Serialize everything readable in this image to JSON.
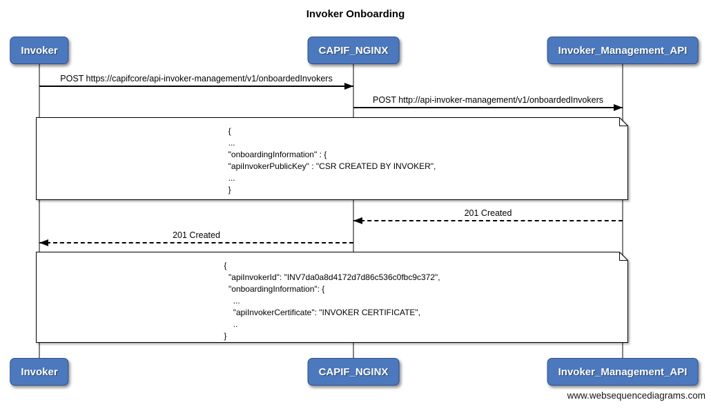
{
  "title": "Invoker Onboarding",
  "actors": [
    {
      "name": "Invoker"
    },
    {
      "name": "CAPIF_NGINX"
    },
    {
      "name": "Invoker_Management_API"
    }
  ],
  "messages": [
    {
      "from": "Invoker",
      "to": "CAPIF_NGINX",
      "style": "solid",
      "label": "POST https://capifcore/api-invoker-management/v1/onboardedInvokers"
    },
    {
      "from": "CAPIF_NGINX",
      "to": "Invoker_Management_API",
      "style": "solid",
      "label": "POST http://api-invoker-management/v1/onboardedInvokers"
    },
    {
      "from": "Invoker_Management_API",
      "to": "CAPIF_NGINX",
      "style": "dashed",
      "label": "201 Created"
    },
    {
      "from": "CAPIF_NGINX",
      "to": "Invoker",
      "style": "dashed",
      "label": "201 Created"
    }
  ],
  "notes": [
    {
      "over": [
        "Invoker",
        "Invoker_Management_API"
      ],
      "lines": [
        "{",
        "...",
        "\"onboardingInformation\" : {",
        "\"apiInvokerPublicKey\" : \"CSR CREATED BY INVOKER\",",
        "...",
        "}"
      ]
    },
    {
      "over": [
        "Invoker",
        "Invoker_Management_API"
      ],
      "lines": [
        "{",
        "  \"apiInvokerId\": \"INV7da0a8d4172d7d86c536c0fbc9c372\",",
        "  \"onboardingInformation\": {",
        "    ...",
        "    \"apiInvokerCertificate\": \"INVOKER CERTIFICATE\",",
        "    ..",
        "}"
      ]
    }
  ],
  "watermark": "www.websequencediagrams.com",
  "colors": {
    "actor_fill": "#4c79be",
    "actor_border": "#2d4f8e",
    "actor_text": "#ffffff",
    "lifeline": "#828282",
    "arrow": "#000000",
    "note_fill": "#ffffff",
    "note_border": "#000000",
    "background": "#ffffff"
  }
}
